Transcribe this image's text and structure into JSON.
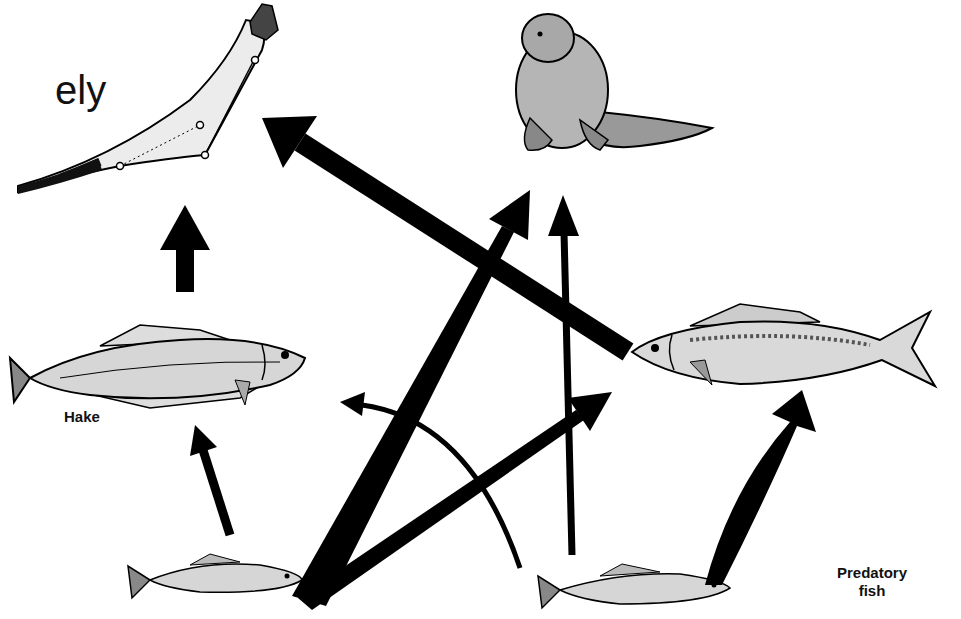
{
  "diagram": {
    "labels": [
      "ely",
      "Hake",
      "Predatory fish"
    ]
  }
}
